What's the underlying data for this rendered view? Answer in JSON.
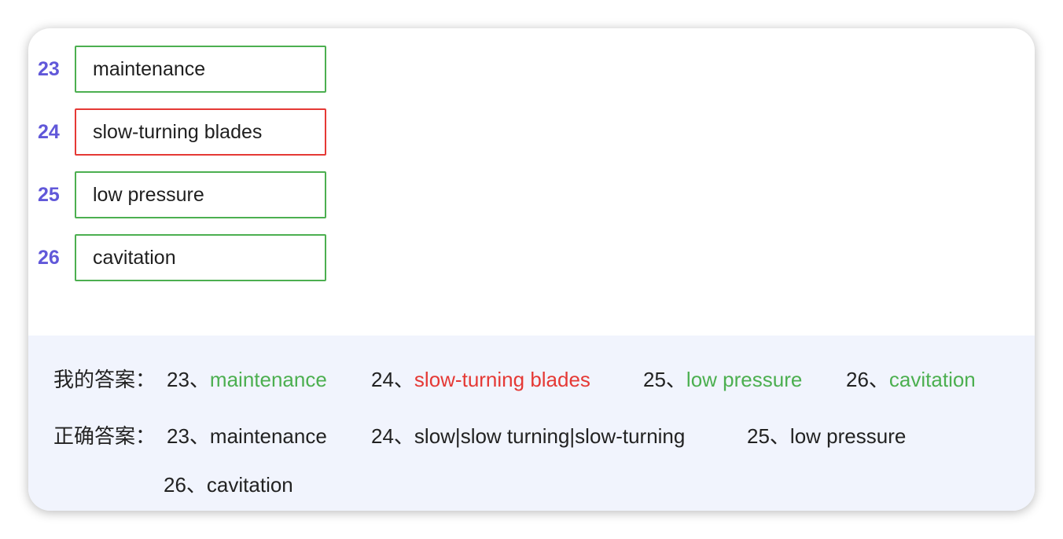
{
  "questions": [
    {
      "number": "23",
      "answer": "maintenance",
      "status": "correct"
    },
    {
      "number": "24",
      "answer": "slow-turning blades",
      "status": "wrong"
    },
    {
      "number": "25",
      "answer": "low pressure",
      "status": "correct"
    },
    {
      "number": "26",
      "answer": "cavitation",
      "status": "correct"
    }
  ],
  "my_answers": {
    "label": "我的答案：",
    "items": [
      {
        "prefix": "23、",
        "text": "maintenance",
        "status": "correct"
      },
      {
        "prefix": "24、",
        "text": "slow-turning blades",
        "status": "wrong"
      },
      {
        "prefix": "25、",
        "text": "low pressure",
        "status": "correct"
      },
      {
        "prefix": "26、",
        "text": "cavitation",
        "status": "correct"
      }
    ]
  },
  "correct_answers": {
    "label": "正确答案：",
    "items": [
      {
        "prefix": "23、",
        "text": "maintenance"
      },
      {
        "prefix": "24、",
        "text": "slow|slow turning|slow-turning"
      },
      {
        "prefix": "25、",
        "text": "low pressure"
      },
      {
        "prefix": "26、",
        "text": "cavitation"
      }
    ]
  },
  "colors": {
    "number": "#6158d9",
    "correct": "#4caf50",
    "wrong": "#e53935",
    "answer_bg": "#f1f4fd"
  }
}
